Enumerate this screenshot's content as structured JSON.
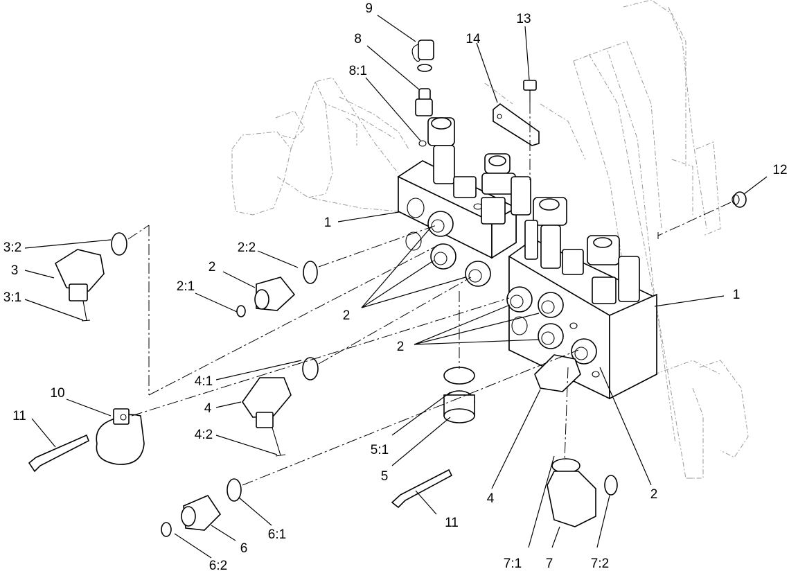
{
  "callouts": [
    {
      "id": "c9",
      "text": "9"
    },
    {
      "id": "c8",
      "text": "8"
    },
    {
      "id": "c8_1",
      "text": "8:1"
    },
    {
      "id": "c14",
      "text": "14"
    },
    {
      "id": "c13",
      "text": "13"
    },
    {
      "id": "c12",
      "text": "12"
    },
    {
      "id": "c1_left",
      "text": "1"
    },
    {
      "id": "c1_right",
      "text": "1"
    },
    {
      "id": "c3_2",
      "text": "3:2"
    },
    {
      "id": "c3",
      "text": "3"
    },
    {
      "id": "c3_1",
      "text": "3:1"
    },
    {
      "id": "c2_2",
      "text": "2:2"
    },
    {
      "id": "c2_a",
      "text": "2"
    },
    {
      "id": "c2_1",
      "text": "2:1"
    },
    {
      "id": "c2_b",
      "text": "2"
    },
    {
      "id": "c2_c",
      "text": "2"
    },
    {
      "id": "c2_d",
      "text": "2"
    },
    {
      "id": "c4_1",
      "text": "4:1"
    },
    {
      "id": "c4_a",
      "text": "4"
    },
    {
      "id": "c4_2",
      "text": "4:2"
    },
    {
      "id": "c10",
      "text": "10"
    },
    {
      "id": "c11_a",
      "text": "11"
    },
    {
      "id": "c5_1",
      "text": "5:1"
    },
    {
      "id": "c5",
      "text": "5"
    },
    {
      "id": "c4_b",
      "text": "4"
    },
    {
      "id": "c11_b",
      "text": "11"
    },
    {
      "id": "c6_1",
      "text": "6:1"
    },
    {
      "id": "c6",
      "text": "6"
    },
    {
      "id": "c6_2",
      "text": "6:2"
    },
    {
      "id": "c7_1",
      "text": "7:1"
    },
    {
      "id": "c7",
      "text": "7"
    },
    {
      "id": "c7_2",
      "text": "7:2"
    }
  ]
}
